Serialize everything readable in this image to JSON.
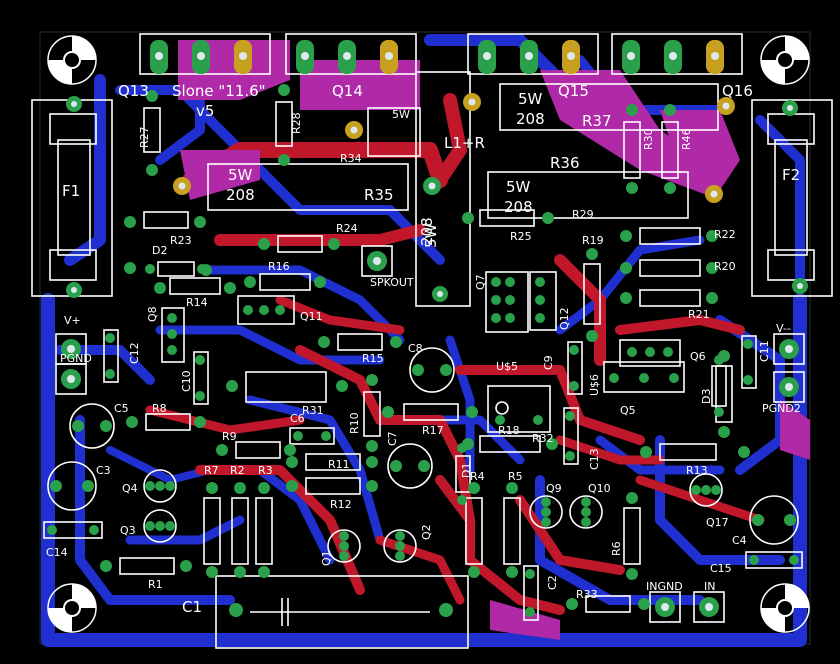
{
  "board": {
    "title_label": "Slone \"11.6\"",
    "version_label": "v5"
  },
  "transistors": {
    "q13": "Q13",
    "q14": "Q14",
    "q15": "Q15",
    "q16": "Q16",
    "q1": "Q1",
    "q2": "Q2",
    "q3": "Q3",
    "q4": "Q4",
    "q5": "Q5",
    "q6": "Q6",
    "q7": "Q7",
    "q8": "Q8",
    "q9": "Q9",
    "q10": "Q10",
    "q11": "Q11",
    "q12": "Q12",
    "q17": "Q17"
  },
  "resistors": {
    "r1": "R1",
    "r2": "R2",
    "r3": "R3",
    "r4": "R4",
    "r5": "R5",
    "r6": "R6",
    "r7": "R7",
    "r8": "R8",
    "r9": "R9",
    "r10": "R10",
    "r11": "R11",
    "r12": "R12",
    "r13": "R13",
    "r14": "R14",
    "r15": "R15",
    "r16": "R16",
    "r17": "R17",
    "r18": "R18",
    "r19": "R19",
    "r20": "R20",
    "r21": "R21",
    "r22": "R22",
    "r23": "R23",
    "r24": "R24",
    "r25": "R25",
    "r27": "R27",
    "r28": "R28",
    "r29": "R29",
    "r30": "R30",
    "r31": "R31",
    "r32": "R32",
    "r33": "R33",
    "r34": "R34",
    "r35": "R35",
    "r36": "R36",
    "r37": "R37",
    "r46": "R46"
  },
  "capacitors": {
    "c1": "C1",
    "c2": "C2",
    "c3": "C3",
    "c4": "C4",
    "c5": "C5",
    "c6": "C6",
    "c7": "C7",
    "c8": "C8",
    "c9": "C9",
    "c10": "C10",
    "c11": "C11",
    "c12": "C12",
    "c13": "C13",
    "c14": "C14",
    "c15": "C15"
  },
  "misc": {
    "f1": "F1",
    "f2": "F2",
    "d1": "D1",
    "d2": "D2",
    "d3": "D3",
    "l1r": "L1+R",
    "u5": "U$5",
    "u6": "U$6",
    "power_5w": "5W",
    "value_208": "208",
    "small_5w": "5W"
  },
  "connectors": {
    "vplus": "V+",
    "vminus": "V--",
    "pgnd": "PGND",
    "pgnd2": "PGND2",
    "spkout": "SPKOUT",
    "ingnd": "INGND",
    "in": "IN"
  },
  "colors": {
    "top_copper": "#c0182a",
    "bottom_copper": "#1f2fd0",
    "overlap": "#b02aa8",
    "pad": "#2aa04a",
    "silkscreen": "#ffffff",
    "background": "#000000"
  }
}
